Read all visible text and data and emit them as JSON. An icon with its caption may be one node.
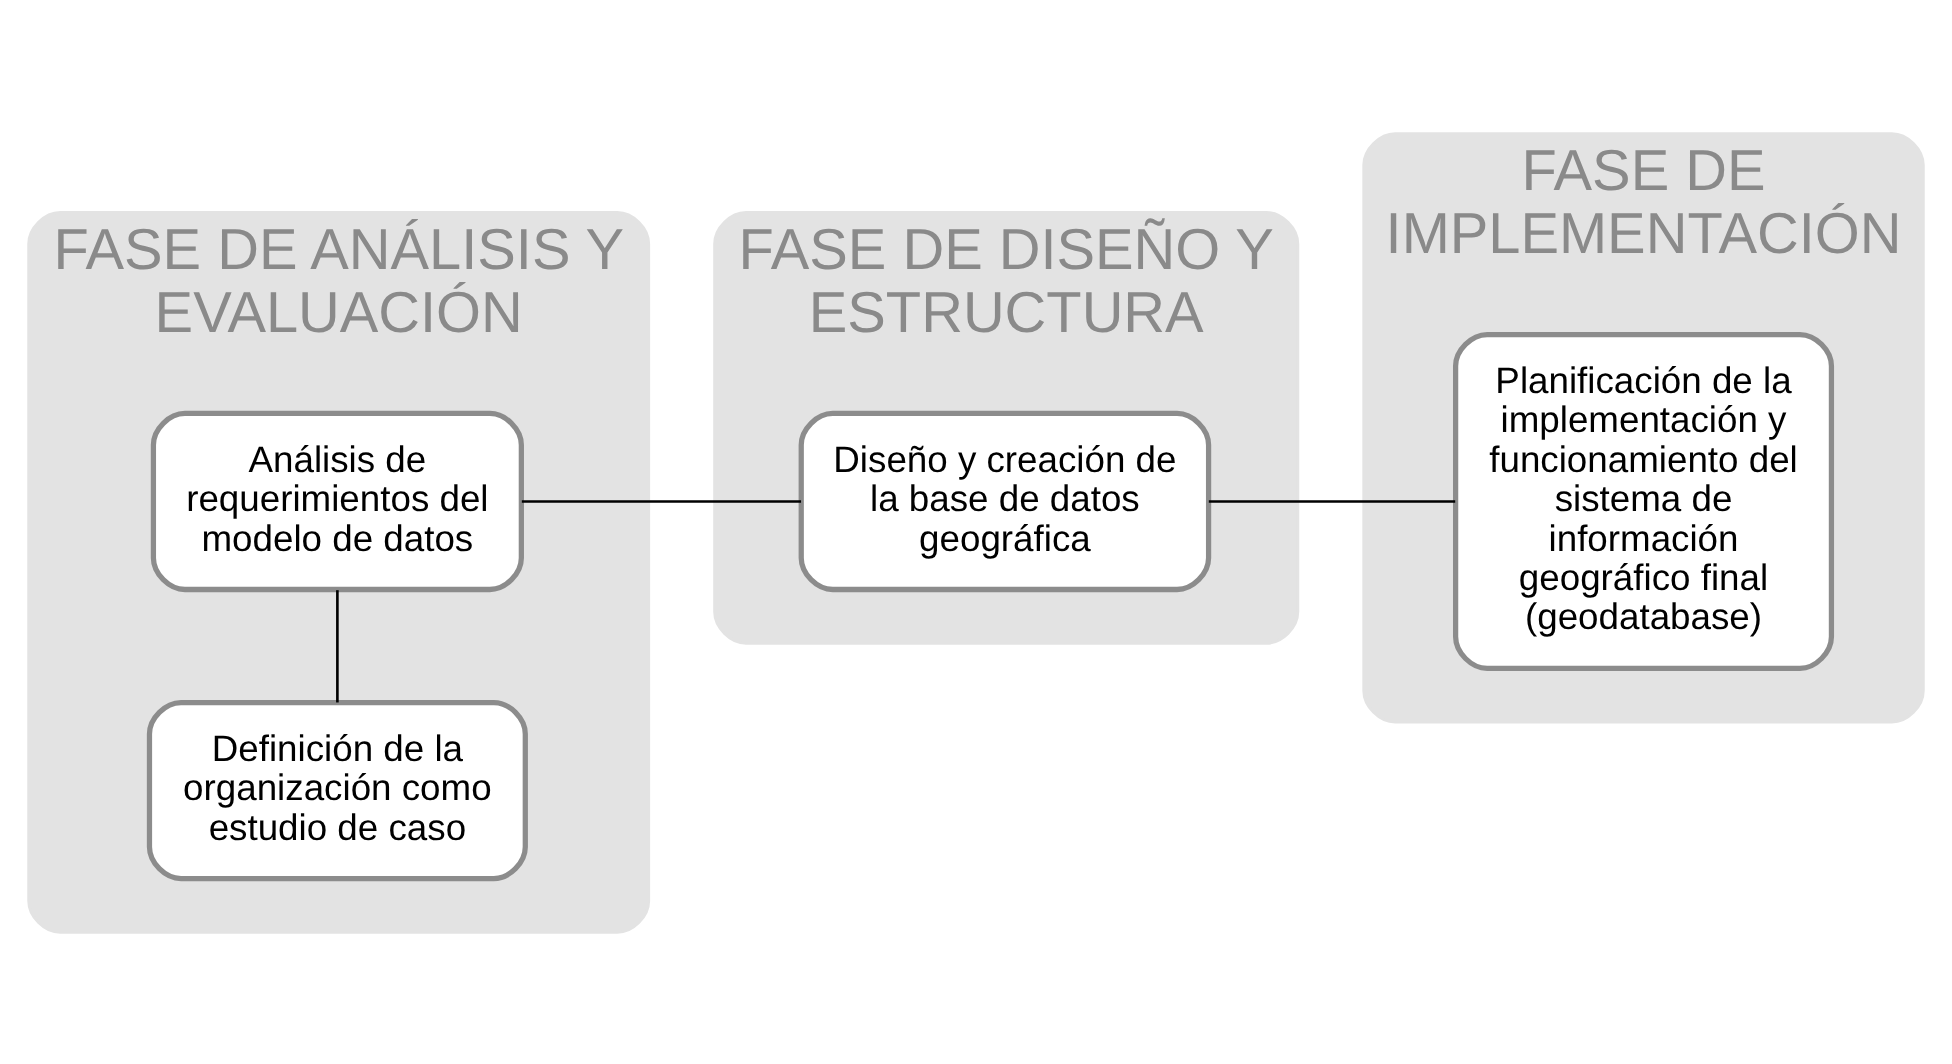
{
  "diagram": {
    "nodes": [
      {
        "text": [
          "FASE DE ANÁLISIS Y EVALUACIÓN"
        ]
      },
      {
        "text": [
          "Definición de la organización como estudio de caso"
        ],
        "in": 0
      },
      {
        "text": [
          "Análisis de requerimientos del modelo de datos"
        ],
        "in": 0
      },
      {
        "text": [
          "FASE DE DISEÑO Y ESTRUCTURA"
        ]
      },
      {
        "text": [
          "Diseño y creación de la base de datos geográfica"
        ],
        "in": 3
      },
      {
        "text": [
          "FASE DE IMPLEMENTACIÓN"
        ]
      },
      {
        "text": [
          "Planificación de la implementación y funcionamiento del sistema de información geográfico final (geodatabase)"
        ],
        "in": 5
      }
    ],
    "edges": [
      {
        "from": 1,
        "to": 2,
        "arrow": "none"
      },
      {
        "from": 2,
        "to": 4,
        "arrow": "none"
      },
      {
        "from": 4,
        "to": 6,
        "arrow": "none"
      }
    ]
  }
}
